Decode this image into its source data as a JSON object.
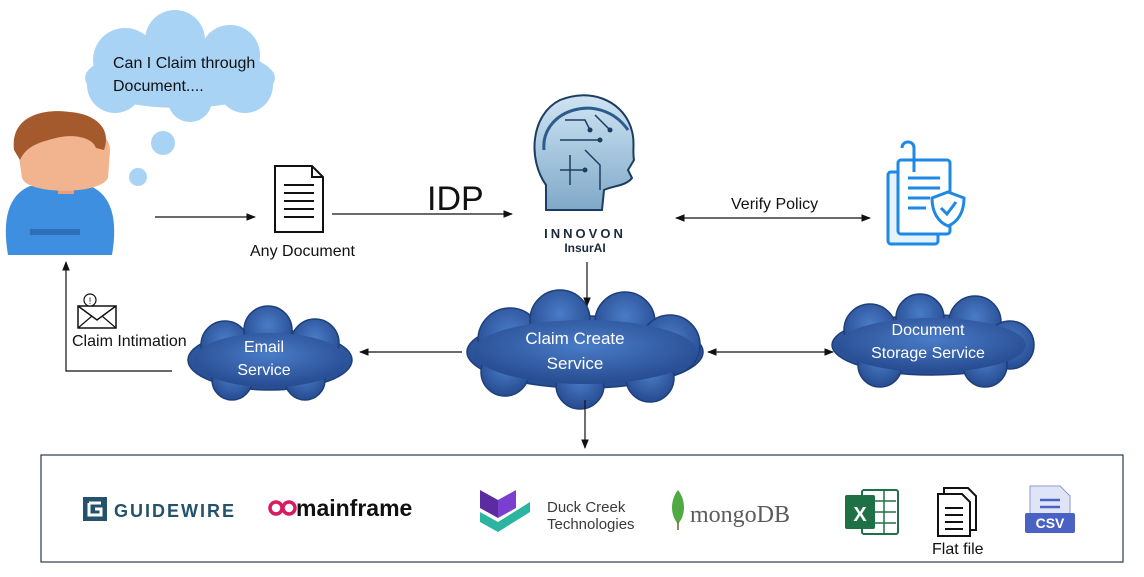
{
  "thought": {
    "line1": "Can I Claim through",
    "line2": "Document...."
  },
  "labels": {
    "any_document": "Any Document",
    "idp": "IDP",
    "verify_policy": "Verify Policy",
    "claim_intimation": "Claim  Intimation"
  },
  "brand": {
    "name": "INNOVON",
    "sub": "InsurAI"
  },
  "clouds": {
    "claim_create": {
      "line1": "Claim Create",
      "line2": "Service"
    },
    "email": {
      "line1": "Email",
      "line2": "Service"
    },
    "storage": {
      "line1": "Document",
      "line2": "Storage Service"
    }
  },
  "integrations": {
    "guidewire": "GUIDEWIRE",
    "mainframe": "mainframe",
    "duckcreek_1": "Duck Creek",
    "duckcreek_2": "Technologies",
    "mongo": "mongoDB",
    "excel_letter": "X",
    "flatfile": "Flat file",
    "csv": "CSV"
  },
  "colors": {
    "thought_cloud": "#a9d3f5",
    "service_cloud": "#2f5da8",
    "guidewire": "#24516b",
    "mainframe_accent": "#d81b60",
    "excel": "#1e7145",
    "mongo_leaf": "#4faa41",
    "csv": "#4a62c4"
  }
}
